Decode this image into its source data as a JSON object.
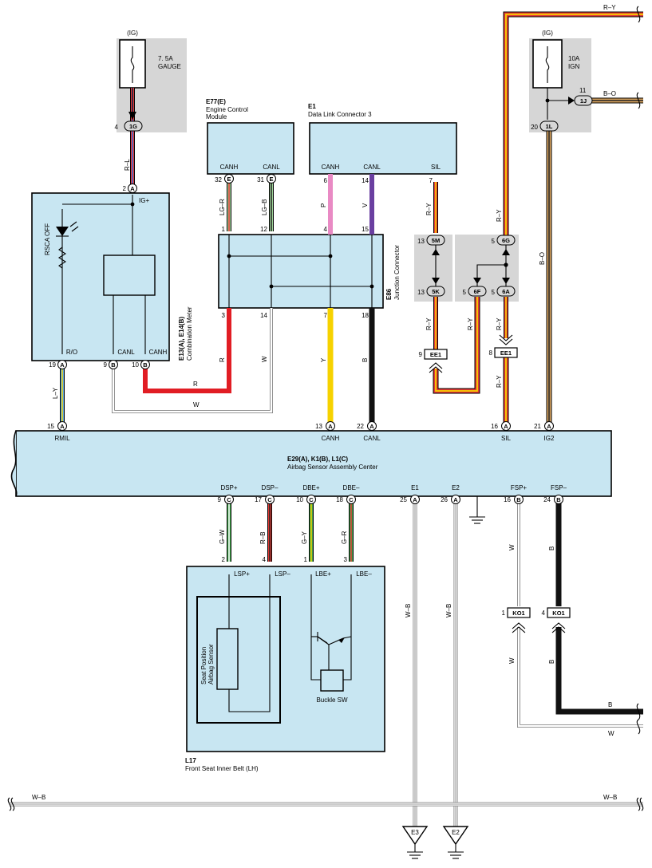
{
  "fuses": {
    "gauge": {
      "ig": "(IG)",
      "rating": "7. 5A",
      "name": "GAUGE",
      "pin": "4",
      "conn": "1G"
    },
    "ign": {
      "ig": "(IG)",
      "rating": "10A",
      "name": "IGN",
      "pin_out": "11",
      "conn_out": "1J",
      "pin": "20",
      "conn": "1L"
    }
  },
  "ecm": {
    "code": "E77(E)",
    "name1": "Engine Control",
    "name2": "Module",
    "canh": "CANH",
    "canl": "CANL",
    "pin_h": "32",
    "pin_l": "31",
    "conn": "E"
  },
  "dlc": {
    "code": "E1",
    "name": "Data Link Connector 3",
    "canh": "CANH",
    "canl": "CANL",
    "sil": "SIL",
    "pin_h": "6",
    "pin_l": "14",
    "pin_sil": "7"
  },
  "meter": {
    "code": "E13(A), E14(B)",
    "name": "Combination Meter",
    "rsca": "RSCA OFF",
    "igp": "IG+",
    "ro": "R/O",
    "canl": "CANL",
    "canh": "CANH",
    "pin_ig": "2",
    "conn_ig": "A",
    "pin_ro": "19",
    "conn_ro": "A",
    "pin_canl": "9",
    "conn_canl": "B",
    "pin_canh": "10",
    "conn_canh": "B"
  },
  "jc": {
    "code": "E86",
    "name": "Junction Connector",
    "top_pins": [
      "1",
      "12",
      "4",
      "15"
    ],
    "bottom_pins": [
      "3",
      "14",
      "7",
      "18"
    ]
  },
  "relay_pins": {
    "p5m": "13",
    "c5m": "5M",
    "p5k": "13",
    "c5k": "5K",
    "p6g": "5",
    "c6g": "6G",
    "p6f": "5",
    "c6f": "6F",
    "p6a": "5",
    "c6a": "6A",
    "ee1a_pin": "9",
    "ee1b_pin": "8",
    "ee1": "EE1"
  },
  "wires": {
    "rl": "R–L",
    "lgr": "LG–R",
    "lgb": "LG–B",
    "p": "P",
    "v": "V",
    "ry": "R–Y",
    "bo": "B–O",
    "ly": "L–Y",
    "r": "R",
    "w": "W",
    "y": "Y",
    "b": "B",
    "gw": "G–W",
    "rb": "R–B",
    "gy": "G–Y",
    "gr": "G–R",
    "wb": "W–B"
  },
  "airbag": {
    "code": "E29(A), K1(B), L1(C)",
    "name": "Airbag Sensor Assembly Center",
    "top": [
      {
        "pin": "15",
        "conn": "A",
        "label": "RMIL"
      },
      {
        "pin": "13",
        "conn": "A",
        "label": "CANH"
      },
      {
        "pin": "22",
        "conn": "A",
        "label": "CANL"
      },
      {
        "pin": "16",
        "conn": "A",
        "label": "SIL"
      },
      {
        "pin": "21",
        "conn": "A",
        "label": "IG2"
      }
    ],
    "bottom": [
      {
        "pin": "9",
        "conn": "C",
        "label": "DSP+"
      },
      {
        "pin": "17",
        "conn": "C",
        "label": "DSP–"
      },
      {
        "pin": "10",
        "conn": "C",
        "label": "DBE+"
      },
      {
        "pin": "18",
        "conn": "C",
        "label": "DBE–"
      },
      {
        "pin": "25",
        "conn": "A",
        "label": "E1"
      },
      {
        "pin": "26",
        "conn": "A",
        "label": "E2"
      },
      {
        "pin": "16",
        "conn": "B",
        "label": "FSP+"
      },
      {
        "pin": "24",
        "conn": "B",
        "label": "FSP–"
      }
    ]
  },
  "belt": {
    "code": "L17",
    "name": "Front Seat Inner Belt (LH)",
    "lspp": "LSP+",
    "lspm": "LSP–",
    "lbep": "LBE+",
    "lbem": "LBE–",
    "pins": [
      "2",
      "4",
      "1",
      "3"
    ],
    "sensor1": "Seat Position",
    "sensor2": "Airbag Sensor",
    "buckle": "Buckle SW"
  },
  "ko1": {
    "label": "KO1",
    "pin_w": "1",
    "pin_b": "4"
  },
  "grounds": {
    "e3": "E3",
    "e2": "E2"
  }
}
